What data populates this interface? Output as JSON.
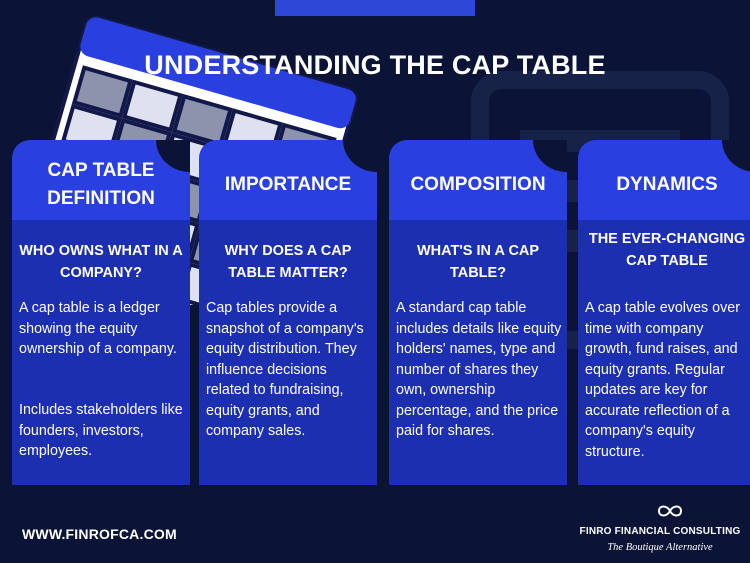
{
  "title": "UNDERSTANDING THE CAP TABLE",
  "cards": [
    {
      "heading": "CAP TABLE DEFINITION",
      "subheading": "WHO OWNS WHAT IN A COMPANY?",
      "paragraphs": [
        "A cap table is a ledger showing the equity ownership of a company.",
        "Includes stakeholders like founders, investors, employees."
      ]
    },
    {
      "heading": "IMPORTANCE",
      "subheading": "WHY DOES A CAP TABLE MATTER?",
      "paragraphs": [
        "Cap tables provide a snapshot of a company's equity distribution. They influence decisions related to fundraising, equity grants, and company sales."
      ]
    },
    {
      "heading": "COMPOSITION",
      "subheading": "WHAT'S IN A CAP TABLE?",
      "paragraphs": [
        "A standard cap table includes details like equity holders' names, type and number of shares they own, ownership percentage, and the price paid for shares."
      ]
    },
    {
      "heading": "DYNAMICS",
      "subheading": "THE EVER-CHANGING CAP TABLE",
      "paragraphs": [
        "A cap table evolves over time with company growth, fund raises, and equity grants. Regular updates are key for accurate reflection of a company's equity structure."
      ]
    }
  ],
  "footer": {
    "url": "WWW.FINROFCA.COM",
    "brand_name": "FINRO FINANCIAL CONSULTING",
    "brand_tagline": "The Boutique Alternative"
  },
  "colors": {
    "background": "#0b1437",
    "card_header": "#2a3fe0",
    "card_body": "#1c2fb0"
  },
  "icons": [
    "spreadsheet-illustration-icon",
    "infinity-logo-icon"
  ]
}
